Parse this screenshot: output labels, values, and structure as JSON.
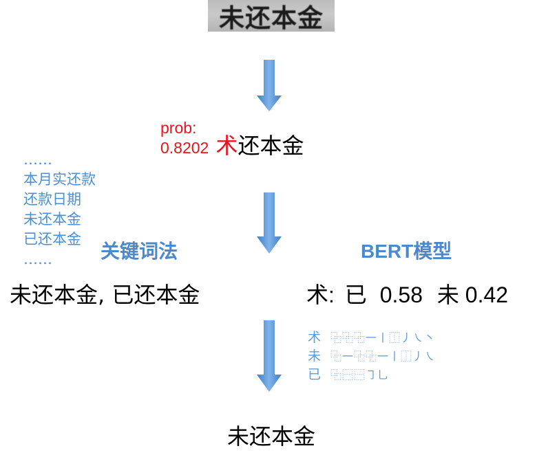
{
  "ocr_input": {
    "text": "未还本金"
  },
  "ocr_output": {
    "prob_label": "prob:",
    "prob_value": "0.8202",
    "wrong_char": "术",
    "rest_text": "还本金"
  },
  "keyword_method": {
    "list": [
      "……",
      "本月实还款",
      "还款日期",
      "未还本金",
      "已还本金",
      "……"
    ],
    "title": "关键词法",
    "result": "未还本金, 已还本金"
  },
  "bert_model": {
    "title": "BERT模型",
    "result_char": "术:",
    "candidate1_char": "已",
    "candidate1_prob": "0.58",
    "candidate2_char": "未",
    "candidate2_prob": "0.42"
  },
  "stroke_decomposition": [
    {
      "char": "术",
      "strokes": "⿻⿻⿻一丨⿰丿㇏丶"
    },
    {
      "char": "未",
      "strokes": "⿻一⿻⿻一丨⿰丿㇏"
    },
    {
      "char": "已",
      "strokes": "⿻⿱⿱㇆乚"
    }
  ],
  "final_result": "未还本金",
  "colors": {
    "arrow": "#5b9be0",
    "error": "#e8141b",
    "keyword": "#4b8fd6"
  }
}
